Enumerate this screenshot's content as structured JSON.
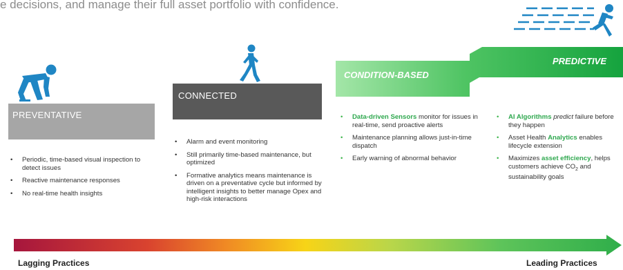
{
  "intro_text": "e decisions, and manage their full asset portfolio with confidence.",
  "stages": {
    "preventative": {
      "title": "PREVENTATIVE",
      "bullets": [
        "Periodic, time-based visual inspection to detect issues",
        "Reactive maintenance responses",
        "No real-time health insights"
      ]
    },
    "connected": {
      "title": "CONNECTED",
      "bullets": [
        "Alarm and event monitoring",
        "Still primarily time-based maintenance, but optimized",
        "Formative analytics means maintenance is driven on a preventative cycle but informed by intelligent insights to better manage Opex and high-risk interactions"
      ]
    },
    "condition_based": {
      "title": "CONDITION-BASED",
      "b1_strong": "Data-driven Sensors",
      "b1_rest": " monitor for issues in real-time, send proactive alerts",
      "b2": "Maintenance planning allows just-in-time dispatch",
      "b3": "Early warning of abnormal behavior"
    },
    "predictive": {
      "title": "PREDICTIVE",
      "b1_strong": "AI Algorithms",
      "b1_em": "predict",
      "b1_rest": " failure before they happen",
      "b2_pre": "Asset Health ",
      "b2_strong": "Analytics",
      "b2_rest": " enables lifecycle extension",
      "b3_pre": "Maximizes ",
      "b3_strong": "asset efficiency",
      "b3_mid": ", helps customers achieve CO",
      "b3_sub": "2",
      "b3_rest": " and sustainability goals"
    }
  },
  "scale": {
    "left_label": "Lagging Practices",
    "right_label": "Leading Practices"
  },
  "colors": {
    "gray_light": "#a6a6a6",
    "gray_dark": "#595959",
    "blue": "#1f86c4",
    "green": "#3cb54a",
    "red": "#a6163d",
    "orange": "#f08a24",
    "yellow": "#f7d417"
  },
  "icons": [
    "crouching-runner-icon",
    "walking-person-icon",
    "sprinting-person-icon"
  ]
}
